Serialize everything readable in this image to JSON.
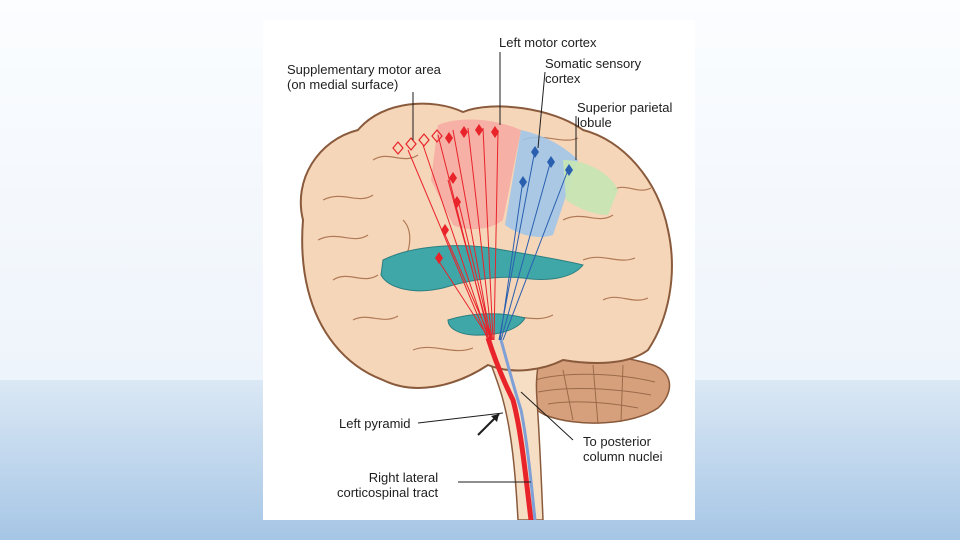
{
  "figure": {
    "labels": {
      "supplementary_motor_area_line1": "Supplementary motor area",
      "supplementary_motor_area_line2": "(on medial surface)",
      "left_motor_cortex": "Left motor cortex",
      "somatic_sensory_line1": "Somatic sensory",
      "somatic_sensory_line2": "cortex",
      "superior_parietal_line1": "Superior parietal",
      "superior_parietal_line2": "lobule",
      "left_pyramid": "Left pyramid",
      "posterior_column_line1": "To posterior",
      "posterior_column_line2": "column nuclei",
      "right_lateral_line1": "Right lateral",
      "right_lateral_line2": "corticospinal tract"
    },
    "colors": {
      "brain": "#f6d6b8",
      "brain_outline": "#8a5a3c",
      "motor_pathway": "#e8232a",
      "motor_cortex_region": "#f6a6a0",
      "sensory_pathway": "#2a5fb0",
      "sensory_cortex_region": "#9cc6ea",
      "parietal_region": "#c6e6b4",
      "ventricles": "#3fa7a8",
      "cerebellum": "#d7a07c"
    }
  }
}
